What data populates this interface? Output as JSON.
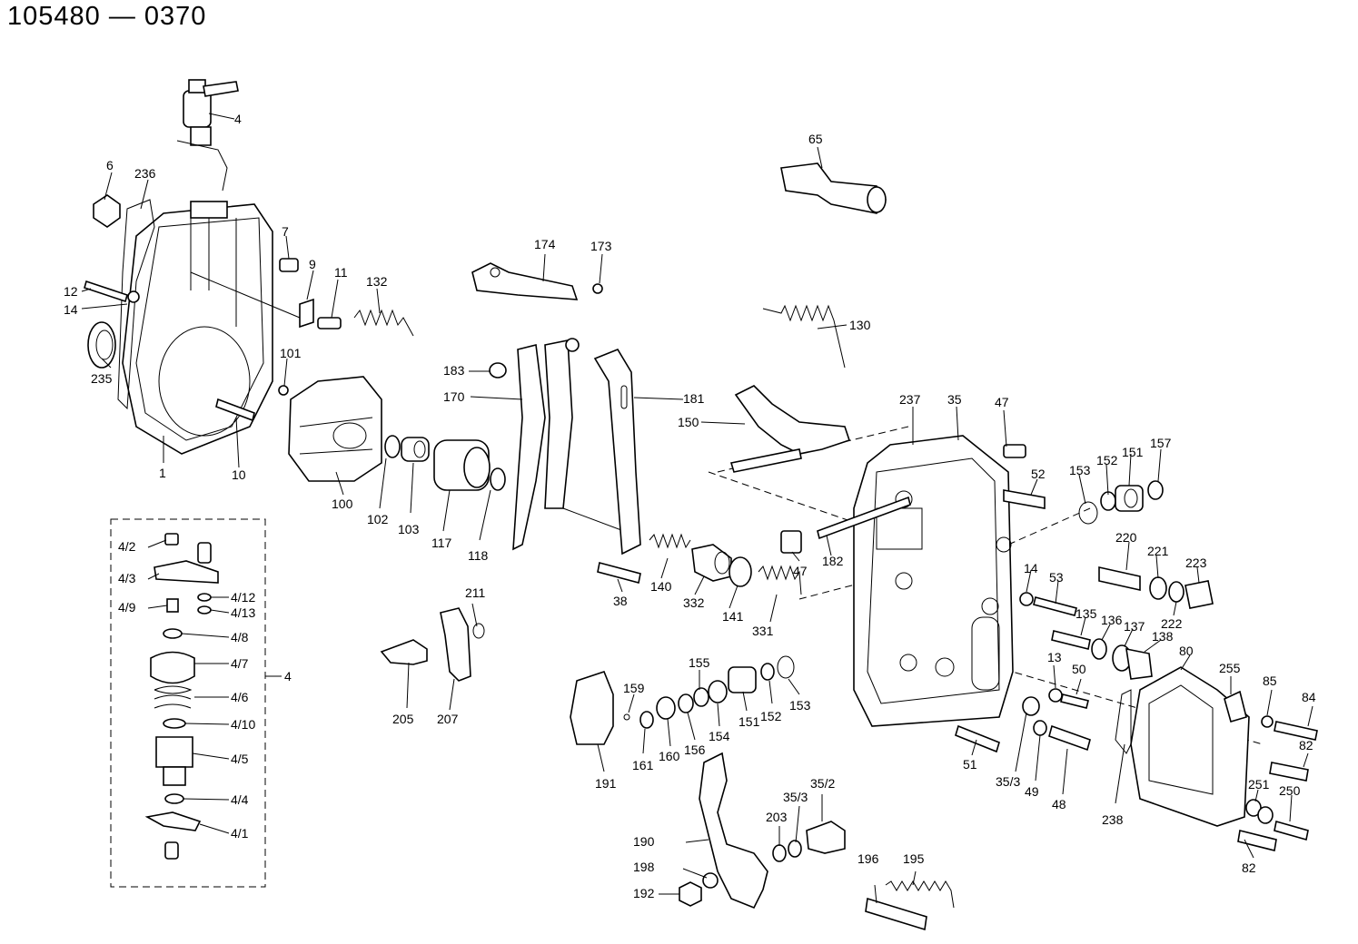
{
  "title": "105480 — 0370",
  "labels": [
    "4",
    "6",
    "236",
    "7",
    "9",
    "11",
    "132",
    "12",
    "14",
    "235",
    "101",
    "1",
    "10",
    "100",
    "102",
    "103",
    "117",
    "118",
    "174",
    "173",
    "183",
    "170",
    "181",
    "65",
    "130",
    "150",
    "237",
    "35",
    "47",
    "52",
    "153",
    "152",
    "151",
    "157",
    "220",
    "221",
    "223",
    "222",
    "14",
    "53",
    "135",
    "136",
    "137",
    "138",
    "47",
    "182",
    "38",
    "140",
    "332",
    "141",
    "331",
    "211",
    "205",
    "207",
    "159",
    "155",
    "154",
    "151",
    "152",
    "153",
    "161",
    "160",
    "156",
    "191",
    "13",
    "50",
    "51",
    "35/3",
    "49",
    "48",
    "80",
    "255",
    "85",
    "84",
    "82",
    "238",
    "251",
    "250",
    "82",
    "190",
    "198",
    "192",
    "203",
    "35/3",
    "35/2",
    "196",
    "195",
    "4/2",
    "4/3",
    "4/12",
    "4/13",
    "4/9",
    "4/8",
    "4/7",
    "4/6",
    "4/10",
    "4/5",
    "4/4",
    "4/1",
    "4"
  ]
}
